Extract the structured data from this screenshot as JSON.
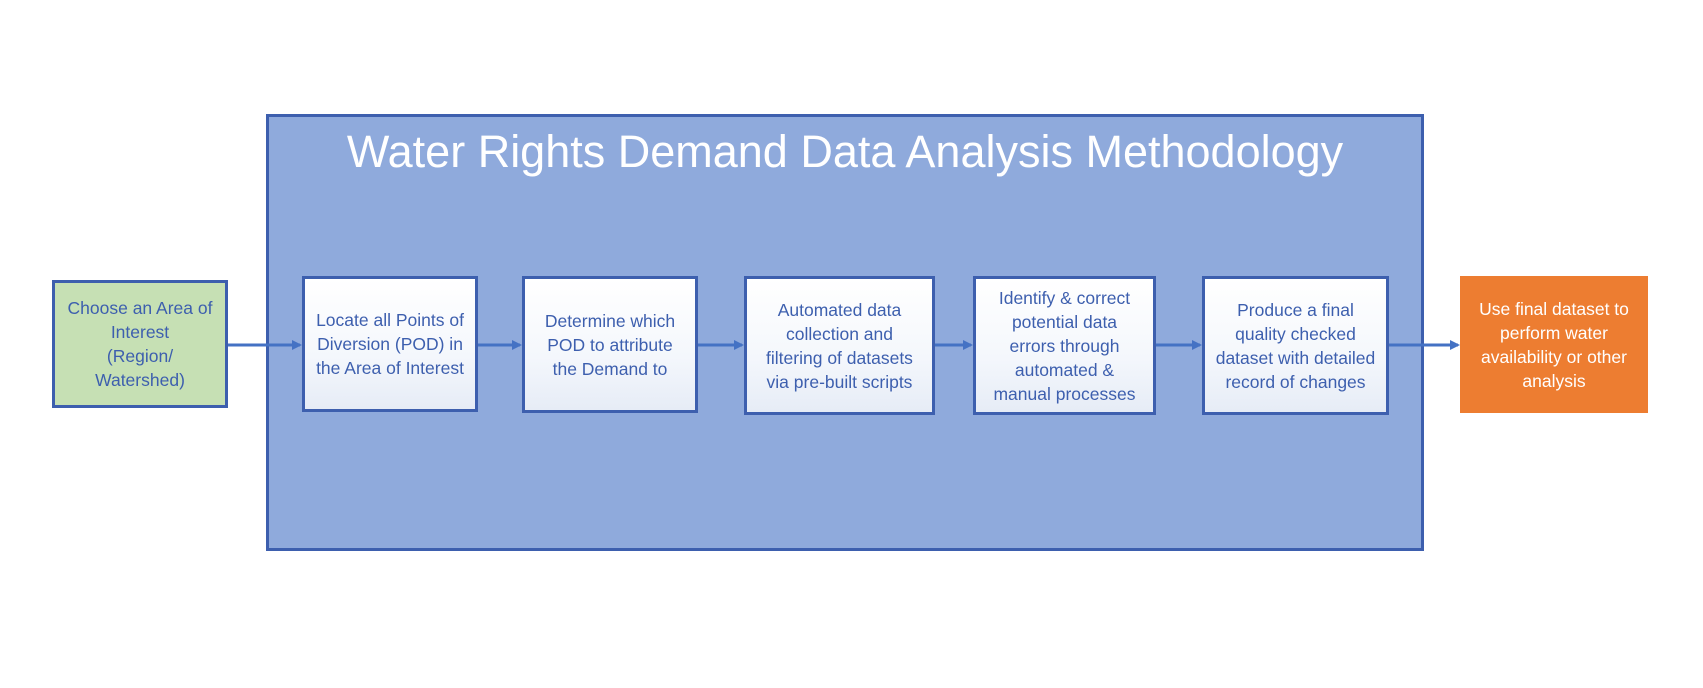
{
  "diagram": {
    "title": "Water Rights Demand Data Analysis Methodology",
    "start": {
      "text": "Choose an Area of Interest\n(Region/\nWatershed)"
    },
    "steps": [
      {
        "text": "Locate all Points of\nDiversion (POD)  in\nthe Area of Interest"
      },
      {
        "text": "Determine which\nPOD to attribute\nthe Demand to"
      },
      {
        "text": "Automated data\ncollection and\nfiltering of datasets\nvia pre-built scripts"
      },
      {
        "text": "Identify & correct\npotential data\nerrors through\nautomated &\nmanual processes"
      },
      {
        "text": "Produce a final\nquality checked\ndataset with detailed\nrecord of changes"
      }
    ],
    "end": {
      "text": "Use final dataset to\nperform water\navailability or other\nanalysis"
    },
    "colors": {
      "container_fill": "#8faadc",
      "border": "#3d5fae",
      "start_fill": "#c6e0b4",
      "end_fill": "#ed7d31",
      "arrow": "#4472c4"
    }
  }
}
